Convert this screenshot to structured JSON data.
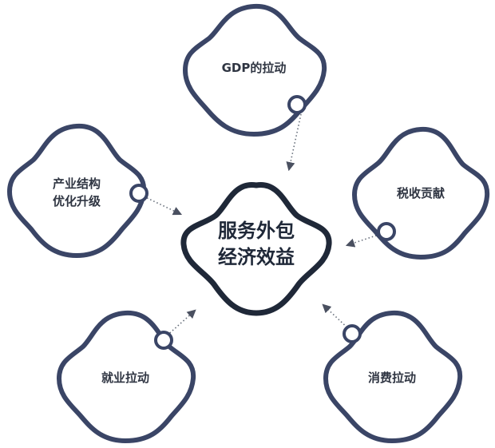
{
  "center": {
    "lines": [
      "服务外包",
      "经济效益"
    ]
  },
  "nodes": [
    {
      "id": "gdp",
      "lines": [
        "GDP的拉动"
      ]
    },
    {
      "id": "tax",
      "lines": [
        "税收贡献"
      ]
    },
    {
      "id": "consumption",
      "lines": [
        "消费拉动"
      ]
    },
    {
      "id": "employment",
      "lines": [
        "就业拉动"
      ]
    },
    {
      "id": "industry",
      "lines": [
        "产业结构",
        "优化升级"
      ]
    }
  ],
  "colors": {
    "outline": "#3a4566",
    "center_outline": "#1f2838",
    "text": "#2f3542",
    "connector": "#666e7a"
  }
}
